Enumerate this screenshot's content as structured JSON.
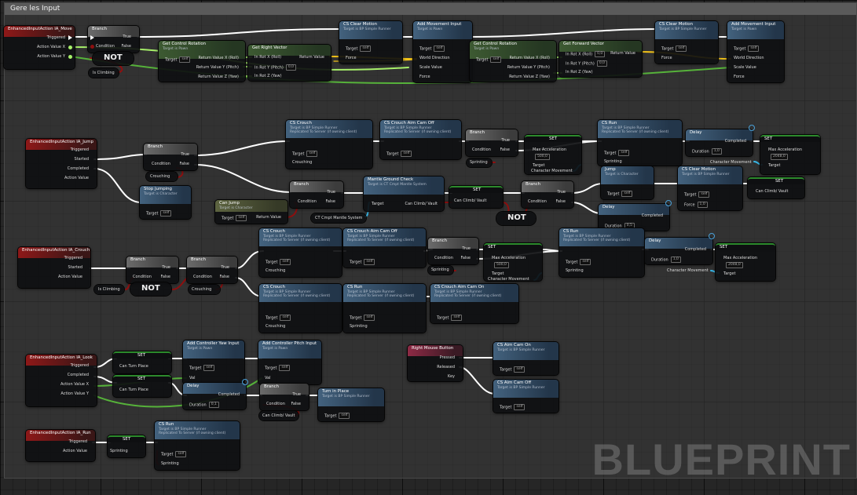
{
  "comment": {
    "title": "Gere les Input"
  },
  "watermark": "BLUEPRINT",
  "colors": {
    "exec": "#ffffff",
    "bool": "#8e0f0f",
    "float": "#a7f06a",
    "object": "#38b6e6",
    "vector": "#f5c518",
    "canvas": "#262626"
  },
  "row_move": {
    "event": {
      "title": "EnhancedInputAction IA_Move",
      "pins": [
        "Triggered",
        "Action Value X",
        "Action Value Y"
      ]
    },
    "branch": {
      "title": "Branch",
      "condition": "Condition",
      "true": "True",
      "false": "False"
    },
    "not": "NOT",
    "is_climbing": "Is Climbing",
    "get_control_rotation_1": {
      "title": "Get Control Rotation",
      "sub": "Target is Pawn",
      "target": "Target",
      "self": "self",
      "outs": [
        "Return Value X (Roll)",
        "Return Value Y (Pitch)",
        "Return Value Z (Yaw)"
      ]
    },
    "get_right_vector": {
      "title": "Get Right Vector",
      "ins": [
        "In Rot X (Roll)",
        "In Rot Y (Pitch)",
        "In Rot Z (Yaw)"
      ],
      "in_y_val": "0,0",
      "out": "Return Value"
    },
    "cs_clear_motion_1": {
      "title": "CS Clear Motion",
      "sub": "Target is BP Simple Runner",
      "target": "Target",
      "self": "self",
      "force": "Force"
    },
    "add_movement_1": {
      "title": "Add Movement Input",
      "sub": "Target is Pawn",
      "target": "Target",
      "self": "self",
      "world_direction": "World Direction",
      "scale_value": "Scale Value",
      "force": "Force"
    },
    "get_control_rotation_2": {
      "title": "Get Control Rotation",
      "sub": "Target is Pawn",
      "target": "Target",
      "self": "self",
      "outs": [
        "Return Value X (Roll)",
        "Return Value Y (Pitch)",
        "Return Value Z (Yaw)"
      ]
    },
    "get_forward_vector": {
      "title": "Get Forward Vector",
      "ins": [
        "In Rot X (Roll)",
        "In Rot Y (Pitch)",
        "In Rot Z (Yaw)"
      ],
      "in_x_val": "0,0",
      "in_y_val": "0,0",
      "out": "Return Value"
    },
    "cs_clear_motion_2": {
      "title": "CS Clear Motion",
      "sub": "Target is BP Simple Runner",
      "target": "Target",
      "self": "self",
      "force": "Force"
    },
    "add_movement_2": {
      "title": "Add Movement Input",
      "sub": "Target is Pawn",
      "target": "Target",
      "self": "self",
      "world_direction": "World Direction",
      "scale_value": "Scale Value",
      "force": "Force"
    }
  },
  "row_jump": {
    "event": {
      "title": "EnhancedInputAction IA_Jump",
      "pins": [
        "Triggered",
        "Started",
        "Completed",
        "Action Value"
      ]
    },
    "branch_1": {
      "title": "Branch",
      "condition": "Condition",
      "true": "True",
      "false": "False"
    },
    "crouching": "Crouching",
    "stop_jumping": {
      "title": "Stop Jumping",
      "sub": "Target is Character",
      "target": "Target",
      "self": "self"
    },
    "can_jump": {
      "title": "Can Jump",
      "sub": "Target is Character",
      "target": "Target",
      "self": "self",
      "out": "Return Value"
    },
    "cs_crouch": {
      "title": "CS Crouch",
      "sub": "Target is BP Simple Runner",
      "sub2": "Replicated To Server (if owning client)",
      "target": "Target",
      "self": "self",
      "crouching": "Crouching"
    },
    "cs_crouch_aim_cam_off": {
      "title": "CS Crouch Aim Cam Off",
      "sub": "Target is BP Simple Runner",
      "sub2": "Replicated To Server (if owning client)",
      "target": "Target",
      "self": "self"
    },
    "branch_2": {
      "title": "Branch",
      "condition": "Condition",
      "true": "True",
      "false": "False"
    },
    "sprinting": "Sprinting",
    "set_accel": {
      "title": "SET",
      "max_accel": "Max Acceleration",
      "value": "500,0",
      "target": "Target",
      "char_movement": "Character Movement"
    },
    "cs_run": {
      "title": "CS Run",
      "sub": "Target is BP Simple Runner",
      "sub2": "Replicated To Server (if owning client)",
      "target": "Target",
      "self": "self",
      "sprinting": "Sprinting"
    },
    "delay": {
      "title": "Delay",
      "completed": "Completed",
      "duration": "Duration",
      "value": "1,0"
    },
    "set_accel_2": {
      "title": "SET",
      "max_accel": "Max Acceleration",
      "value": "2048,0",
      "target": "Target",
      "char_movement": "Character Movement"
    },
    "branch_3": {
      "title": "Branch",
      "condition": "Condition",
      "true": "True",
      "false": "False"
    },
    "mantle_check": {
      "title": "Mantle Ground Check",
      "sub": "Target is CT Cmpt Mantle System",
      "target": "Target",
      "out": "Can Climb/ Vault"
    },
    "ct_cmpt": "CT Cmpt Mantle System",
    "set_climb": {
      "title": "SET",
      "label": "Can Climb/ Vault"
    },
    "not": "NOT",
    "branch_4": {
      "title": "Branch",
      "condition": "Condition",
      "true": "True",
      "false": "False"
    },
    "jump": {
      "title": "Jump",
      "sub": "Target is Character",
      "target": "Target",
      "self": "self"
    },
    "cs_clear_motion": {
      "title": "CS Clear Motion",
      "sub": "Target is BP Simple Runner",
      "target": "Target",
      "self": "self",
      "force": "Force",
      "value": "1,0"
    },
    "set_climb_2": {
      "title": "SET",
      "label": "Can Climb/ Vault"
    },
    "delay_2": {
      "title": "Delay",
      "completed": "Completed",
      "duration": "Duration",
      "value": "0,5"
    }
  },
  "row_crouch": {
    "event": {
      "title": "EnhancedInputAction IA_Crouch",
      "pins": [
        "Triggered",
        "Started",
        "Action Value"
      ]
    },
    "branch_1": {
      "title": "Branch",
      "condition": "Condition",
      "true": "True",
      "false": "False"
    },
    "is_climbing": "Is Climbing",
    "not": "NOT",
    "branch_2": {
      "title": "Branch",
      "condition": "Condition",
      "true": "True",
      "false": "False"
    },
    "crouching": "Crouching",
    "cs_crouch_1": {
      "title": "CS Crouch",
      "sub": "Target is BP Simple Runner",
      "sub2": "Replicated To Server (if owning client)",
      "target": "Target",
      "self": "self",
      "crouching": "Crouching"
    },
    "cs_crouch_aim_cam_off": {
      "title": "CS Crouch Aim Cam Off",
      "sub": "Target is BP Simple Runner",
      "sub2": "Replicated To Server (if owning client)",
      "target": "Target",
      "self": "self"
    },
    "branch_3": {
      "title": "Branch",
      "condition": "Condition",
      "true": "True",
      "false": "False"
    },
    "sprinting": "Sprinting",
    "set_accel": {
      "title": "SET",
      "max_accel": "Max Acceleration",
      "value": "500,0",
      "target": "Target",
      "char_movement": "Character Movement"
    },
    "cs_run": {
      "title": "CS Run",
      "sub": "Target is BP Simple Runner",
      "sub2": "Replicated To Server (if owning client)",
      "target": "Target",
      "self": "self",
      "sprinting": "Sprinting"
    },
    "delay": {
      "title": "Delay",
      "completed": "Completed",
      "duration": "Duration",
      "value": "1,0"
    },
    "set_accel_2": {
      "title": "SET",
      "max_accel": "Max Acceleration",
      "value": "2048,0",
      "target": "Target",
      "char_movement": "Character Movement"
    },
    "cs_crouch_2": {
      "title": "CS Crouch",
      "sub": "Target is BP Simple Runner",
      "sub2": "Replicated To Server (if owning client)",
      "target": "Target",
      "self": "self",
      "crouching": "Crouching"
    },
    "cs_run_2": {
      "title": "CS Run",
      "sub": "Target is BP Simple Runner",
      "sub2": "Replicated To Server (if owning client)",
      "target": "Target",
      "self": "self",
      "sprinting": "Sprinting"
    },
    "cs_crouch_aim_cam_on": {
      "title": "CS Crouch Aim Cam On",
      "sub": "Target is BP Simple Runner",
      "sub2": "Replicated To Server (if owning client)",
      "target": "Target",
      "self": "self"
    }
  },
  "row_look": {
    "event": {
      "title": "EnhancedInputAction IA_Look",
      "pins": [
        "Triggered",
        "Completed",
        "Action Value X",
        "Action Value Y"
      ]
    },
    "set_1": {
      "title": "SET",
      "label": "Can Turn Place"
    },
    "set_2": {
      "title": "SET",
      "label": "Can Turn Place"
    },
    "yaw_input": {
      "title": "Add Controller Yaw Input",
      "sub": "Target is Pawn",
      "target": "Target",
      "self": "self",
      "val": "Val"
    },
    "pitch_input": {
      "title": "Add Controller Pitch Input",
      "sub": "Target is Pawn",
      "target": "Target",
      "self": "self",
      "val": "Val"
    },
    "delay": {
      "title": "Delay",
      "completed": "Completed",
      "duration": "Duration",
      "value": "0,1"
    },
    "branch": {
      "title": "Branch",
      "condition": "Condition",
      "true": "True",
      "false": "False"
    },
    "can_climb": "Can Climb/ Vault",
    "turn_in_place": {
      "title": "Turn in Place",
      "sub": "Target is BP Simple Runner",
      "target": "Target",
      "self": "self"
    },
    "rmb": {
      "title": "Right Mouse Button",
      "pins": [
        "Pressed",
        "Released",
        "Key"
      ]
    },
    "aim_cam_on": {
      "title": "CS Aim Cam On",
      "sub": "Target is BP Simple Runner",
      "target": "Target",
      "self": "self"
    },
    "aim_cam_off": {
      "title": "CS Aim Cam Off",
      "sub": "Target is BP Simple Runner",
      "target": "Target",
      "self": "self"
    }
  },
  "row_run": {
    "event": {
      "title": "EnhancedInputAction IA_Run",
      "pins": [
        "Triggered",
        "Action Value"
      ]
    },
    "set": {
      "title": "SET",
      "label": "Sprinting"
    },
    "cs_run": {
      "title": "CS Run",
      "sub": "Target is BP Simple Runner",
      "sub2": "Replicated To Server (if owning client)",
      "target": "Target",
      "self": "self",
      "sprinting": "Sprinting"
    }
  }
}
